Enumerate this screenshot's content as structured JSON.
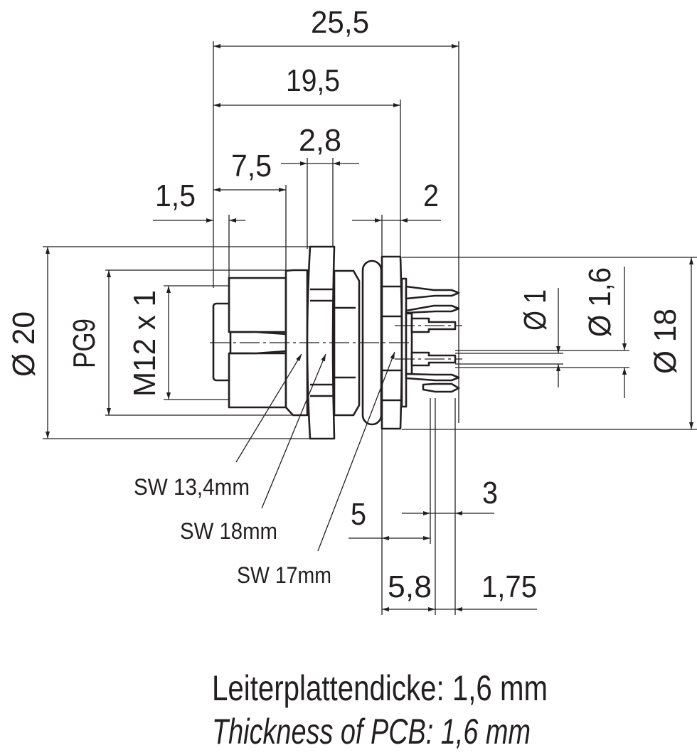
{
  "dimensions": {
    "overall_length": "25,5",
    "length_to_flange": "19,5",
    "nut_width": "2,8",
    "body_length": "7,5",
    "cap_length": "1,5",
    "flange_width": "2",
    "outer_diameter": "Ø 20",
    "thread_pg": "PG9",
    "thread_metric": "M12 x 1",
    "pin_diameter": "Ø 1",
    "pin_pitch_diameter": "Ø 1,6",
    "flange_diameter": "Ø 18",
    "pin_offset_3": "3",
    "pin_offset_5": "5",
    "pin_length_5_8": "5,8",
    "pin_offset_1_75": "1,75"
  },
  "wrench_sizes": [
    "SW 13,4mm",
    "SW 18mm",
    "SW 17mm"
  ],
  "notes": {
    "german": "Leiterplattendicke: 1,6 mm",
    "english": "Thickness of PCB: 1,6 mm"
  }
}
